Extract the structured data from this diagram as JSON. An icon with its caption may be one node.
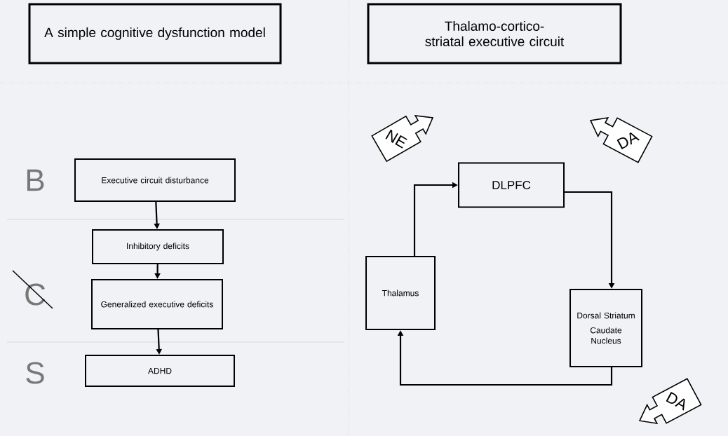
{
  "diagram": {
    "nodes": [
      {
        "text": [
          "A simple cognitive dysfunction model"
        ]
      },
      {
        "text": [
          "Thalamo-cortico-striatal executive circuit"
        ]
      },
      {
        "text": [
          "Executive circuit disturbance"
        ]
      },
      {
        "text": [
          "Inhibitory deficits"
        ]
      },
      {
        "text": [
          "Generalized executive deficits"
        ]
      },
      {
        "text": [
          "ADHD"
        ]
      },
      {
        "text": [
          "DLPFC"
        ]
      },
      {
        "text": [
          "Thalamus"
        ]
      },
      {
        "text": [
          "Dorsal Striatum",
          "Caudate Nucleus"
        ]
      },
      {
        "text": [
          "NE"
        ]
      },
      {
        "text": [
          "DA"
        ]
      },
      {
        "text": [
          "DA"
        ]
      }
    ],
    "edges": [
      {
        "from": 2,
        "to": 3,
        "arrow": "to"
      },
      {
        "from": 3,
        "to": 4,
        "arrow": "to"
      },
      {
        "from": 4,
        "to": 5,
        "arrow": "to"
      },
      {
        "from": 7,
        "to": 6,
        "arrow": "to"
      },
      {
        "from": 6,
        "to": 8,
        "arrow": "to"
      },
      {
        "from": 8,
        "to": 7,
        "arrow": "to"
      }
    ],
    "labels": [
      "B",
      "C",
      "S"
    ]
  }
}
